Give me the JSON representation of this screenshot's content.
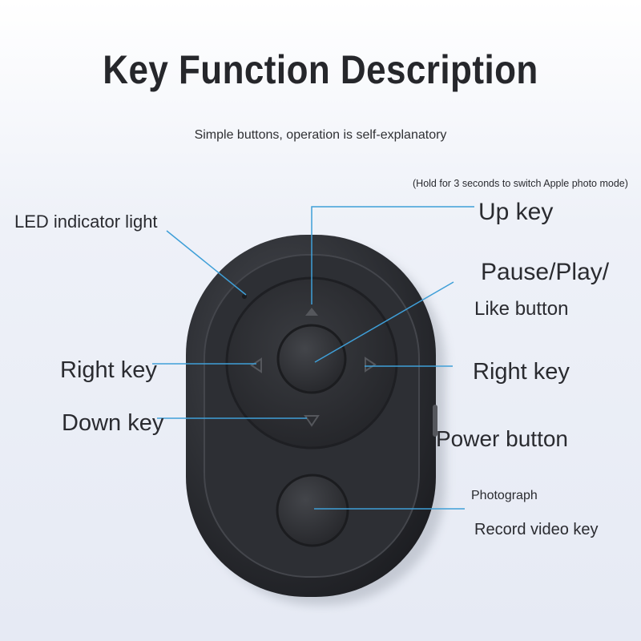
{
  "title": "Key Function Description",
  "subtitle": "Simple buttons, operation is self-explanatory",
  "labels": {
    "led": "LED indicator light",
    "hold_note": "(Hold for 3 seconds to switch Apple photo mode)",
    "up": "Up key",
    "pause_play": "Pause/Play/",
    "like": "Like button",
    "right_left_side": "Right key",
    "right_right_side": "Right key",
    "down": "Down key",
    "power": "Power button",
    "photograph": "Photograph",
    "record": "Record video key"
  },
  "colors": {
    "leader_line": "#3f9fd8",
    "device_body": "#2b2d31",
    "text": "#2a2b30"
  }
}
